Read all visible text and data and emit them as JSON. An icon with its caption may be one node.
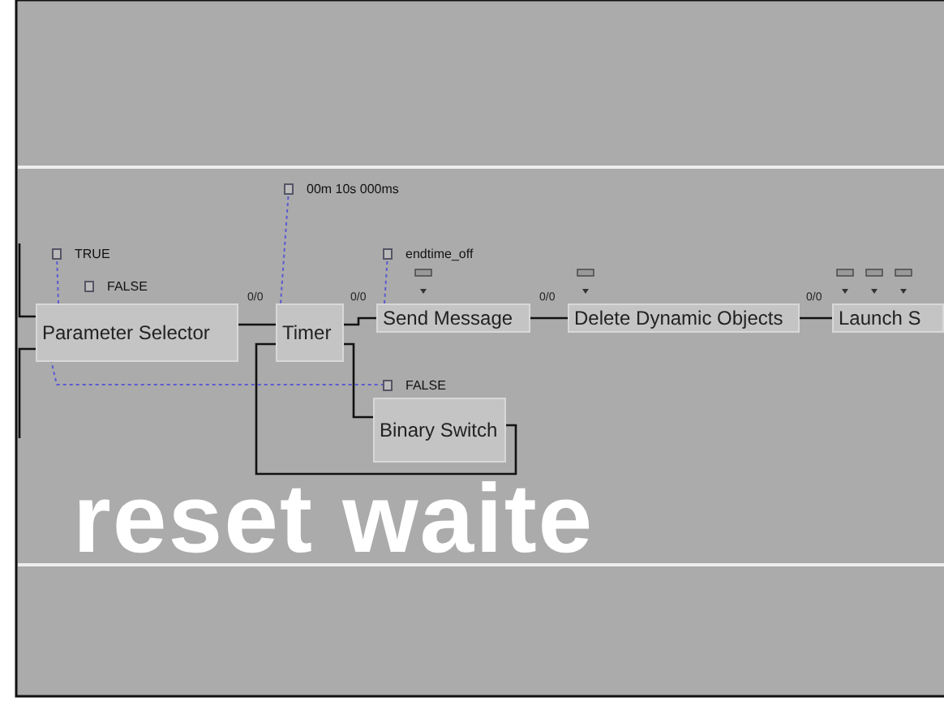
{
  "diagram": {
    "nodes": [
      {
        "text": [
          "Parameter Selector"
        ]
      },
      {
        "text": [
          "Timer"
        ]
      },
      {
        "text": [
          "Send Message"
        ]
      },
      {
        "text": [
          "Delete Dynamic Objects"
        ]
      },
      {
        "text": [
          "Launch S"
        ]
      },
      {
        "text": [
          "Binary Switch"
        ]
      },
      {
        "text": [
          "TRUE"
        ]
      },
      {
        "text": [
          "FALSE"
        ]
      },
      {
        "text": [
          "00m 10s 000ms"
        ]
      },
      {
        "text": [
          "endtime_off"
        ]
      },
      {
        "text": [
          "FALSE"
        ]
      }
    ],
    "edges": [
      {
        "from": 0,
        "to": 1,
        "arrow": "none",
        "label": "0/0"
      },
      {
        "from": 1,
        "to": 2,
        "arrow": "none",
        "label": "0/0"
      },
      {
        "from": 2,
        "to": 3,
        "arrow": "none",
        "label": "0/0"
      },
      {
        "from": 3,
        "to": 4,
        "arrow": "none",
        "label": "0/0"
      },
      {
        "from": 1,
        "to": 5,
        "arrow": "none"
      },
      {
        "from": 5,
        "to": 1,
        "arrow": "none"
      },
      {
        "from": 6,
        "to": 0,
        "arrow": "none",
        "style": "dashed",
        "color": "#5a5ad2"
      },
      {
        "from": 8,
        "to": 1,
        "arrow": "none",
        "style": "dashed",
        "color": "#5a5ad2"
      },
      {
        "from": 9,
        "to": 2,
        "arrow": "none",
        "style": "dashed",
        "color": "#5a5ad2"
      },
      {
        "from": 0,
        "to": 10,
        "arrow": "none",
        "style": "dashed",
        "color": "#5a5ad2"
      },
      {
        "from": null,
        "to": 0,
        "arrow": "none"
      },
      {
        "from": null,
        "to": 0,
        "arrow": "none"
      }
    ],
    "labels": [
      "reset waite"
    ]
  }
}
